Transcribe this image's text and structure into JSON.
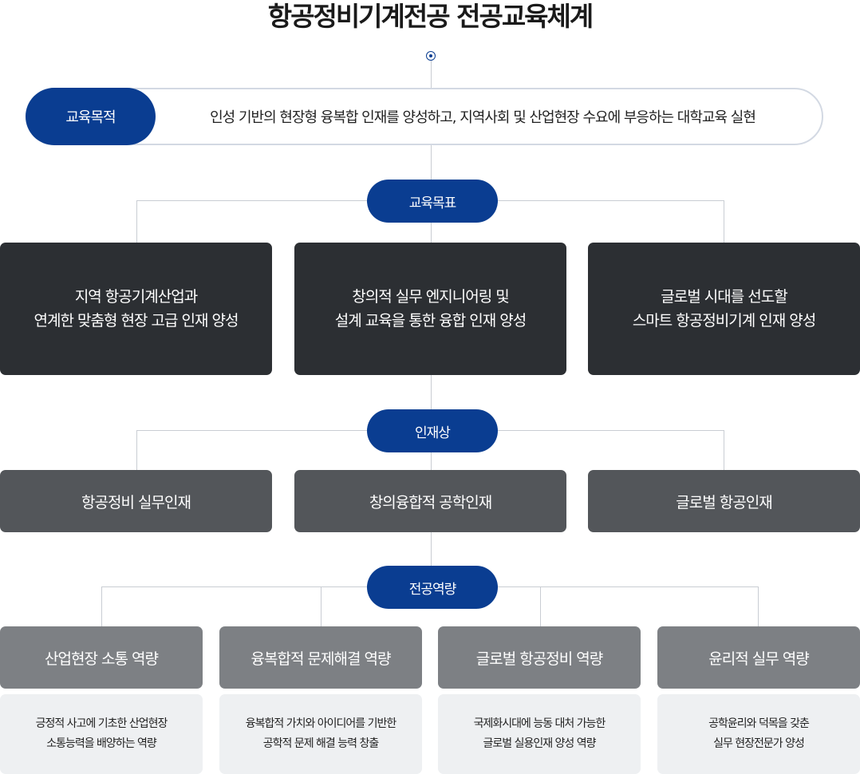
{
  "title": "항공정비기계전공 전공교육체계",
  "purpose": {
    "label": "교육목적",
    "text": "인성 기반의 현장형 융복합 인재를 양성하고, 지역사회 및 산업현장 수요에 부응하는 대학교육 실현"
  },
  "goals": {
    "label": "교육목표",
    "items": [
      {
        "line1": "지역 항공기계산업과",
        "line2": "연계한 맞춤형 현장 고급 인재 양성"
      },
      {
        "line1": "창의적 실무 엔지니어링 및",
        "line2": "설계 교육을 통한 융합 인재 양성"
      },
      {
        "line1": "글로벌 시대를 선도할",
        "line2": "스마트 항공정비기계 인재 양성"
      }
    ]
  },
  "ideal": {
    "label": "인재상",
    "items": [
      "항공정비 실무인재",
      "창의융합적 공학인재",
      "글로벌 항공인재"
    ]
  },
  "competencies": {
    "label": "전공역량",
    "items": [
      {
        "name": "산업현장 소통 역량",
        "desc1": "긍정적 사고에 기초한 산업현장",
        "desc2": "소통능력을 배양하는 역량"
      },
      {
        "name": "융복합적 문제해결 역량",
        "desc1": "융복합적 가치와 아이디어를 기반한",
        "desc2": "공학적 문제 해결 능력 창출"
      },
      {
        "name": "글로벌 항공정비 역량",
        "desc1": "국제화시대에 능동 대처 가능한",
        "desc2": "글로벌 실용인재 양성 역량"
      },
      {
        "name": "윤리적 실무 역량",
        "desc1": "공학윤리와 덕목을 갖춘",
        "desc2": "실무 현장전문가 양성"
      }
    ]
  },
  "colors": {
    "accent": "#0a3d91",
    "goal_box": "#2c2f33",
    "ideal_box": "#53565a",
    "competency_box": "#7d8084",
    "description_box": "#eef0f2",
    "connector": "#c9cdd3"
  }
}
